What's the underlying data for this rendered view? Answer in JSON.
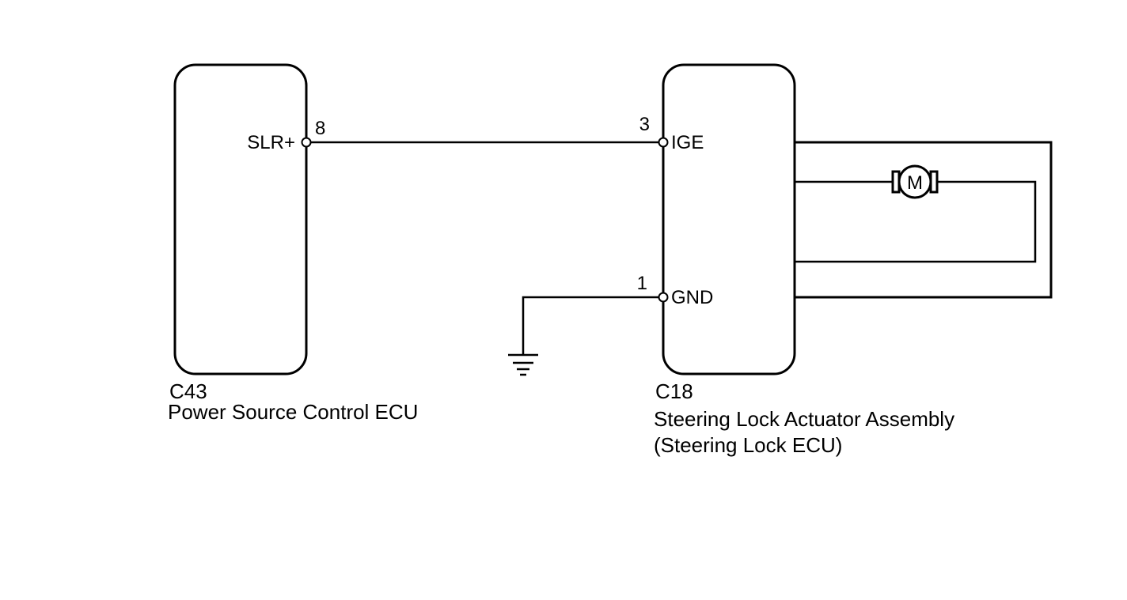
{
  "components": {
    "ecu_power": {
      "connector": "C43",
      "name": "Power Source Control ECU",
      "pin_number": "8",
      "pin_name": "SLR+"
    },
    "steering_lock": {
      "connector": "C18",
      "name_line1": "Steering Lock Actuator Assembly",
      "name_line2": "(Steering Lock ECU)",
      "pins": [
        {
          "number": "3",
          "name": "IGE"
        },
        {
          "number": "1",
          "name": "GND"
        }
      ],
      "motor_label": "M"
    }
  }
}
